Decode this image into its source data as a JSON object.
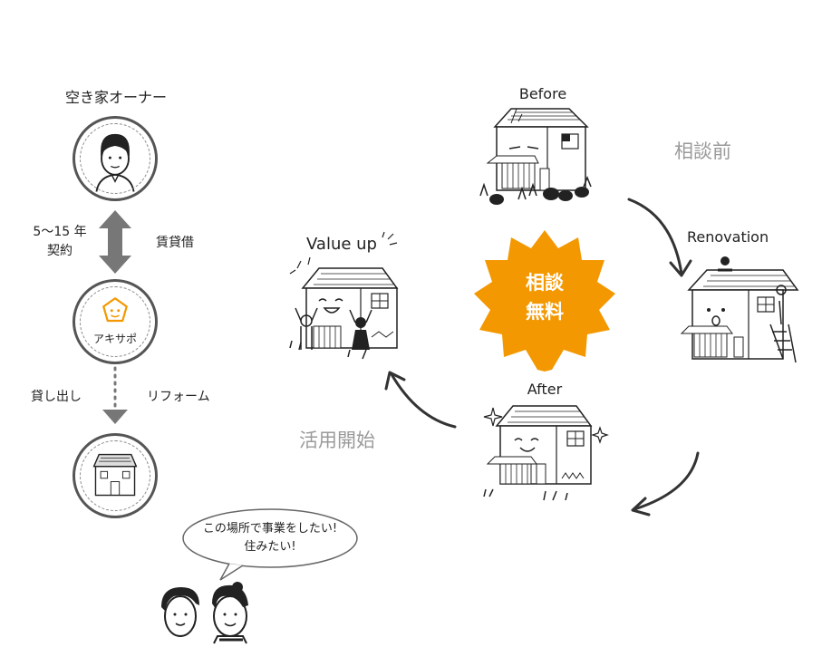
{
  "owner": {
    "title": "空き家オーナー"
  },
  "contract": {
    "years": "5〜15 年",
    "label": "契約",
    "lease": "賃貸借"
  },
  "akisapo": {
    "name": "アキサポ"
  },
  "flow": {
    "lend": "貸し出し",
    "reform": "リフォーム"
  },
  "bubble": {
    "line1": "この場所で事業をしたい!",
    "line2": "住みたい!"
  },
  "cycle": {
    "before": "Before",
    "renovation": "Renovation",
    "after": "After",
    "value_up": "Value up",
    "pre_consult": "相談前",
    "start_use": "活用開始",
    "badge_line1": "相談",
    "badge_line2": "無料"
  },
  "colors": {
    "accent": "#f39800",
    "gray_text": "#9a9a9a",
    "arrow": "#777777"
  }
}
